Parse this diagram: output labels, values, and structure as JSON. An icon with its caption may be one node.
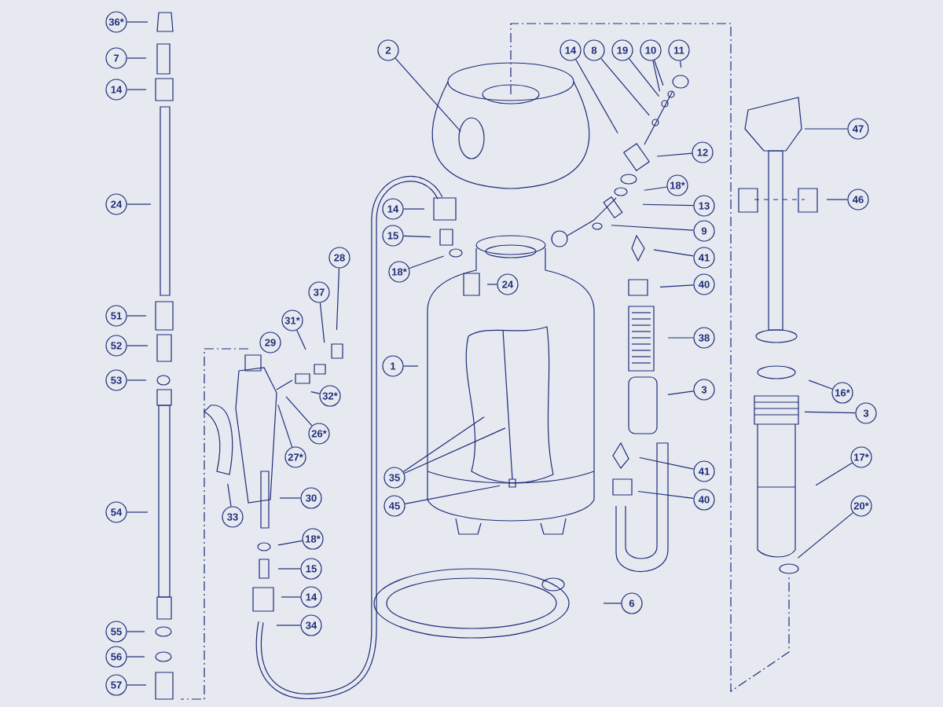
{
  "diagram": {
    "nodes": [
      {
        "text": [
          "36*"
        ]
      },
      {
        "text": [
          "7"
        ]
      },
      {
        "text": [
          "14"
        ]
      },
      {
        "text": [
          "24"
        ]
      },
      {
        "text": [
          "51"
        ]
      },
      {
        "text": [
          "52"
        ]
      },
      {
        "text": [
          "53"
        ]
      },
      {
        "text": [
          "54"
        ]
      },
      {
        "text": [
          "55"
        ]
      },
      {
        "text": [
          "56"
        ]
      },
      {
        "text": [
          "57"
        ]
      },
      {
        "text": [
          "28"
        ]
      },
      {
        "text": [
          "37"
        ]
      },
      {
        "text": [
          "31*"
        ]
      },
      {
        "text": [
          "29"
        ]
      },
      {
        "text": [
          "32*"
        ]
      },
      {
        "text": [
          "26*"
        ]
      },
      {
        "text": [
          "27*"
        ]
      },
      {
        "text": [
          "33"
        ]
      },
      {
        "text": [
          "30"
        ]
      },
      {
        "text": [
          "18*"
        ]
      },
      {
        "text": [
          "15"
        ]
      },
      {
        "text": [
          "14"
        ]
      },
      {
        "text": [
          "34"
        ]
      },
      {
        "text": [
          "2"
        ]
      },
      {
        "text": [
          "14"
        ]
      },
      {
        "text": [
          "8"
        ]
      },
      {
        "text": [
          "19"
        ]
      },
      {
        "text": [
          "10"
        ]
      },
      {
        "text": [
          "11"
        ]
      },
      {
        "text": [
          "12"
        ]
      },
      {
        "text": [
          "18*"
        ]
      },
      {
        "text": [
          "13"
        ]
      },
      {
        "text": [
          "9"
        ]
      },
      {
        "text": [
          "41"
        ]
      },
      {
        "text": [
          "40"
        ]
      },
      {
        "text": [
          "38"
        ]
      },
      {
        "text": [
          "3"
        ]
      },
      {
        "text": [
          "41"
        ]
      },
      {
        "text": [
          "40"
        ]
      },
      {
        "text": [
          "14"
        ]
      },
      {
        "text": [
          "15"
        ]
      },
      {
        "text": [
          "18*"
        ]
      },
      {
        "text": [
          "24"
        ]
      },
      {
        "text": [
          "1"
        ]
      },
      {
        "text": [
          "35"
        ]
      },
      {
        "text": [
          "45"
        ]
      },
      {
        "text": [
          "6"
        ]
      },
      {
        "text": [
          "47"
        ]
      },
      {
        "text": [
          "46"
        ]
      },
      {
        "text": [
          "16*"
        ]
      },
      {
        "text": [
          "3"
        ]
      },
      {
        "text": [
          "17*"
        ]
      },
      {
        "text": [
          "20*"
        ]
      }
    ],
    "edges": [
      {
        "from": 0,
        "to": null,
        "arrow": "none"
      },
      {
        "from": 1,
        "to": null,
        "arrow": "none"
      },
      {
        "from": 2,
        "to": null,
        "arrow": "none"
      },
      {
        "from": 3,
        "to": null,
        "arrow": "none"
      },
      {
        "from": 4,
        "to": null,
        "arrow": "none"
      },
      {
        "from": 5,
        "to": null,
        "arrow": "none"
      },
      {
        "from": 6,
        "to": null,
        "arrow": "none"
      },
      {
        "from": 7,
        "to": null,
        "arrow": "none"
      },
      {
        "from": 8,
        "to": null,
        "arrow": "none"
      },
      {
        "from": 9,
        "to": null,
        "arrow": "none"
      },
      {
        "from": 10,
        "to": null,
        "arrow": "none"
      },
      {
        "from": 11,
        "to": null,
        "arrow": "none"
      },
      {
        "from": 12,
        "to": null,
        "arrow": "none"
      },
      {
        "from": 13,
        "to": null,
        "arrow": "none"
      },
      {
        "from": 15,
        "to": null,
        "arrow": "none"
      },
      {
        "from": 16,
        "to": null,
        "arrow": "none"
      },
      {
        "from": 17,
        "to": null,
        "arrow": "none"
      },
      {
        "from": 18,
        "to": null,
        "arrow": "none"
      },
      {
        "from": 19,
        "to": null,
        "arrow": "none"
      },
      {
        "from": 20,
        "to": null,
        "arrow": "none"
      },
      {
        "from": 21,
        "to": null,
        "arrow": "none"
      },
      {
        "from": 22,
        "to": null,
        "arrow": "none"
      },
      {
        "from": 23,
        "to": null,
        "arrow": "none"
      },
      {
        "from": 24,
        "to": null,
        "arrow": "none"
      },
      {
        "from": 25,
        "to": null,
        "arrow": "none"
      },
      {
        "from": 26,
        "to": null,
        "arrow": "none"
      },
      {
        "from": 27,
        "to": null,
        "arrow": "none"
      },
      {
        "from": 28,
        "to": null,
        "arrow": "none"
      },
      {
        "from": 28,
        "to": null,
        "arrow": "none"
      },
      {
        "from": 29,
        "to": null,
        "arrow": "none"
      },
      {
        "from": 30,
        "to": null,
        "arrow": "none"
      },
      {
        "from": 31,
        "to": null,
        "arrow": "none"
      },
      {
        "from": 32,
        "to": null,
        "arrow": "none"
      },
      {
        "from": 33,
        "to": null,
        "arrow": "none"
      },
      {
        "from": 34,
        "to": null,
        "arrow": "none"
      },
      {
        "from": 35,
        "to": null,
        "arrow": "none"
      },
      {
        "from": 36,
        "to": null,
        "arrow": "none"
      },
      {
        "from": 37,
        "to": null,
        "arrow": "none"
      },
      {
        "from": 38,
        "to": null,
        "arrow": "none"
      },
      {
        "from": 39,
        "to": null,
        "arrow": "none"
      },
      {
        "from": 40,
        "to": null,
        "arrow": "none"
      },
      {
        "from": 41,
        "to": null,
        "arrow": "none"
      },
      {
        "from": 42,
        "to": null,
        "arrow": "none"
      },
      {
        "from": 43,
        "to": null,
        "arrow": "none"
      },
      {
        "from": 44,
        "to": null,
        "arrow": "none"
      },
      {
        "from": 45,
        "to": null,
        "arrow": "none"
      },
      {
        "from": 45,
        "to": null,
        "arrow": "none"
      },
      {
        "from": 46,
        "to": null,
        "arrow": "none"
      },
      {
        "from": 47,
        "to": null,
        "arrow": "none"
      },
      {
        "from": 48,
        "to": null,
        "arrow": "none"
      },
      {
        "from": 49,
        "to": null,
        "arrow": "none"
      },
      {
        "from": 50,
        "to": null,
        "arrow": "none"
      },
      {
        "from": 51,
        "to": null,
        "arrow": "none"
      },
      {
        "from": 52,
        "to": null,
        "arrow": "none"
      },
      {
        "from": 53,
        "to": null,
        "arrow": "none"
      }
    ]
  }
}
